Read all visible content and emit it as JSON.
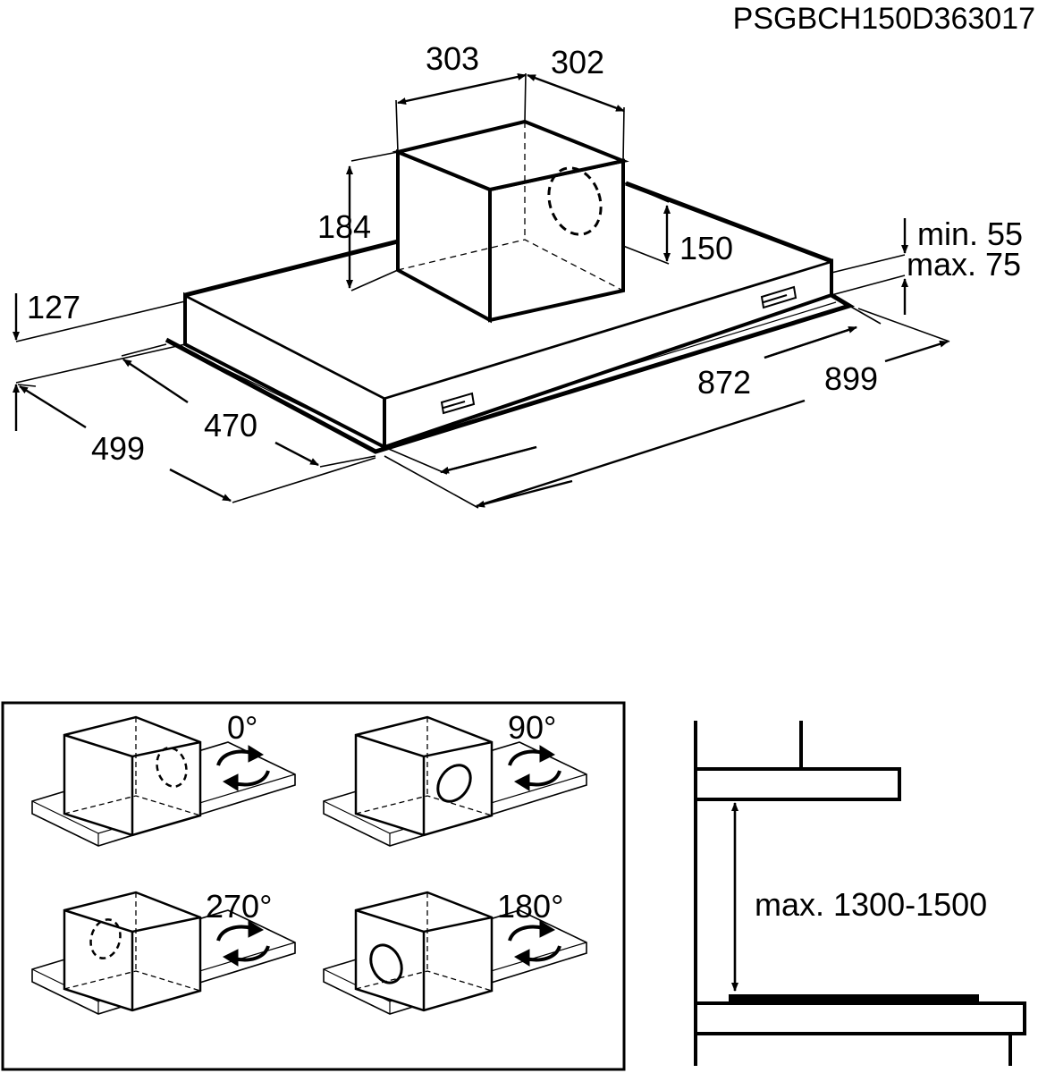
{
  "code": "PSGBCH150D363017",
  "dims": {
    "d303": "303",
    "d302": "302",
    "d184": "184",
    "d150": "150",
    "d127": "127",
    "min": "min. 55",
    "max": "max. 75",
    "d872": "872",
    "d899": "899",
    "d470": "470",
    "d499": "499"
  },
  "rotations": {
    "r0": "0°",
    "r90": "90°",
    "r270": "270°",
    "r180": "180°"
  },
  "height": {
    "label": "max. 1300-1500"
  }
}
